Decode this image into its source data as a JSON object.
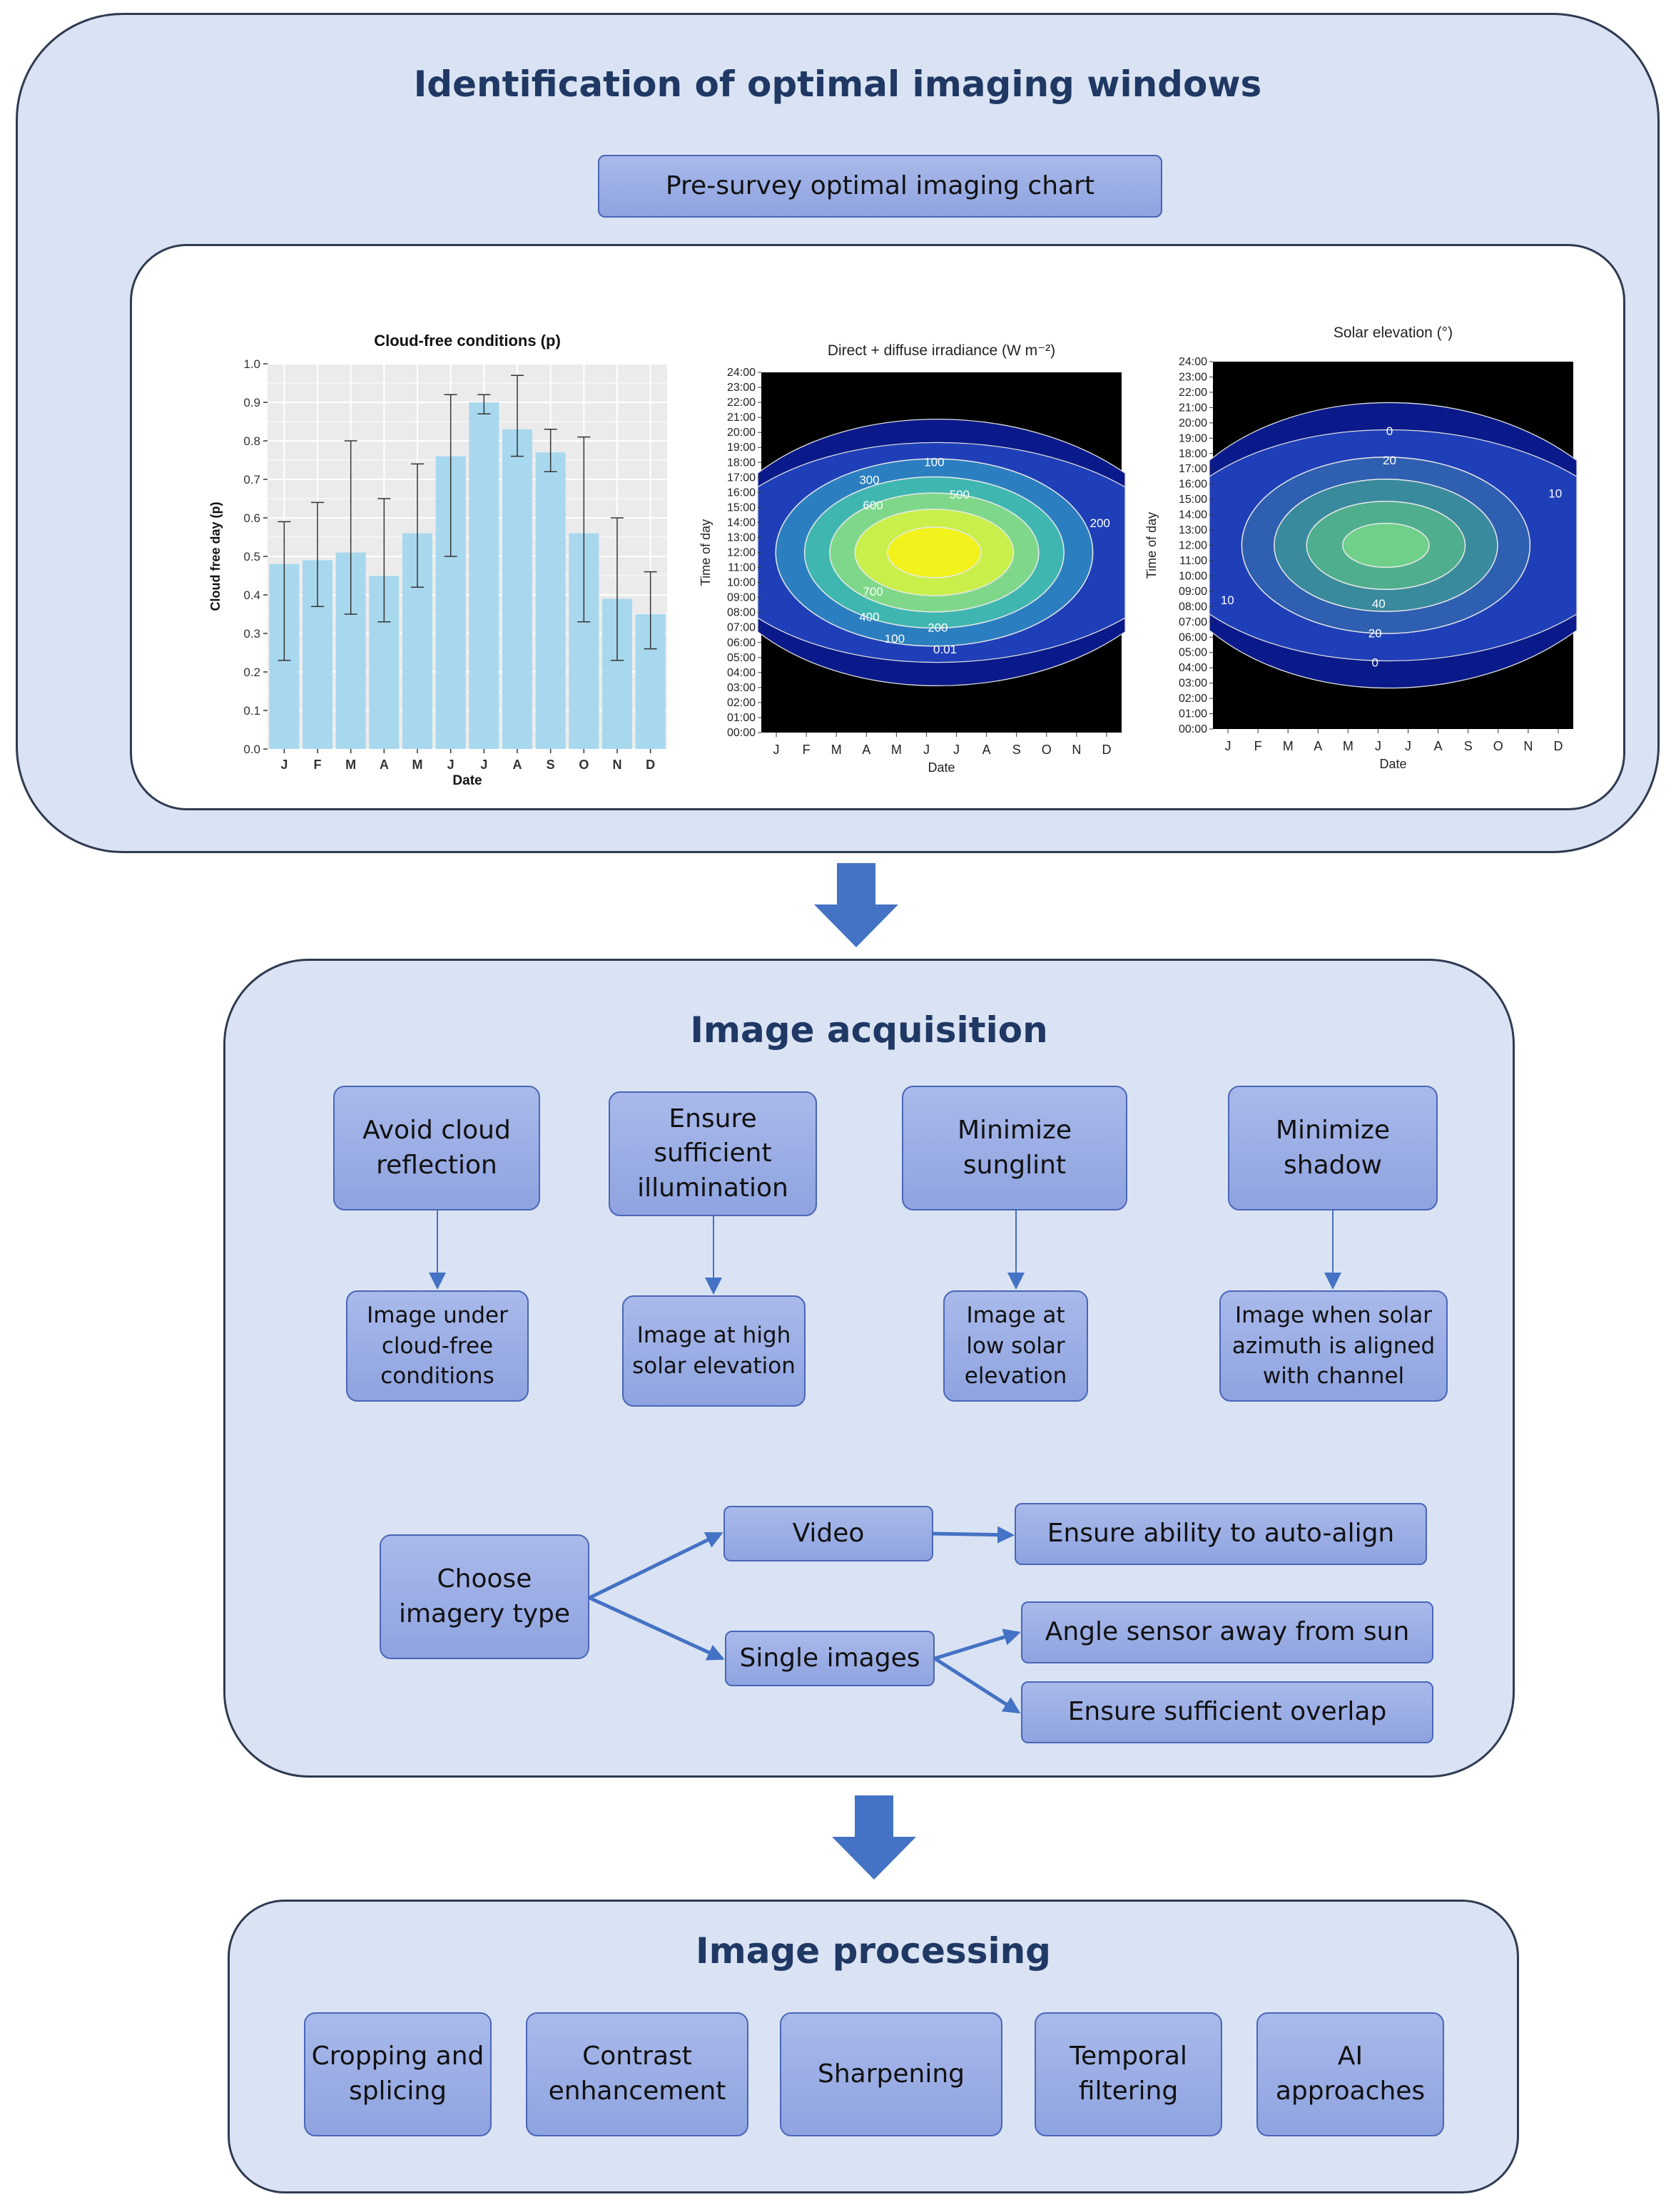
{
  "sections": {
    "windows": {
      "title": "Identification of optimal imaging windows",
      "button": "Pre-survey optimal imaging chart"
    },
    "acquisition": {
      "title": "Image acquisition",
      "goals": [
        "Avoid cloud reflection",
        "Ensure sufficient illumination",
        "Minimize sunglint",
        "Minimize shadow"
      ],
      "actions": [
        "Image under cloud-free conditions",
        "Image at high solar elevation",
        "Image at low solar elevation",
        "Image when solar azimuth is aligned with channel"
      ],
      "choose": "Choose imagery type",
      "video": "Video",
      "single": "Single images",
      "auto_align": "Ensure ability to auto-align",
      "angle": "Angle sensor away from sun",
      "overlap": "Ensure sufficient overlap"
    },
    "processing": {
      "title": "Image processing",
      "steps": [
        "Cropping and splicing",
        "Contrast enhancement",
        "Sharpening",
        "Temporal filtering",
        "AI approaches"
      ]
    }
  },
  "chart_data": [
    {
      "type": "bar",
      "title": "Cloud-free conditions (p)",
      "xlabel": "Date",
      "ylabel": "Cloud free day (p)",
      "categories": [
        "J",
        "F",
        "M",
        "A",
        "M",
        "J",
        "J",
        "A",
        "S",
        "O",
        "N",
        "D"
      ],
      "values": [
        0.48,
        0.49,
        0.51,
        0.45,
        0.56,
        0.76,
        0.9,
        0.83,
        0.77,
        0.56,
        0.39,
        0.35
      ],
      "error_low": [
        0.23,
        0.37,
        0.35,
        0.33,
        0.42,
        0.5,
        0.87,
        0.76,
        0.72,
        0.33,
        0.23,
        0.26
      ],
      "error_high": [
        0.59,
        0.64,
        0.8,
        0.65,
        0.74,
        0.92,
        0.92,
        0.97,
        0.83,
        0.81,
        0.6,
        0.46
      ],
      "ylim": [
        0,
        1.0
      ],
      "yticks": [
        "0.0",
        "0.1",
        "0.2",
        "0.3",
        "0.4",
        "0.5",
        "0.6",
        "0.7",
        "0.8",
        "0.9",
        "1.0"
      ],
      "grid": true
    },
    {
      "type": "heatmap",
      "title": "Direct + diffuse irradiance (W m⁻²)",
      "xlabel": "Date",
      "ylabel": "Time of day",
      "x_ticks": [
        "J",
        "F",
        "M",
        "A",
        "M",
        "J",
        "J",
        "A",
        "S",
        "O",
        "N",
        "D"
      ],
      "y_ticks": [
        "00:00",
        "01:00",
        "02:00",
        "03:00",
        "04:00",
        "05:00",
        "06:00",
        "07:00",
        "08:00",
        "09:00",
        "10:00",
        "11:00",
        "12:00",
        "13:00",
        "14:00",
        "15:00",
        "16:00",
        "17:00",
        "18:00",
        "19:00",
        "20:00",
        "21:00",
        "22:00",
        "23:00",
        "24:00"
      ],
      "contour_labels": [
        "100",
        "300",
        "500",
        "600",
        "200",
        "700",
        "400",
        "200",
        "100",
        "0.01"
      ],
      "colors": [
        "#000000",
        "#0a1a8a",
        "#1f3fb8",
        "#2b7fc0",
        "#3fb7b0",
        "#7fd88a",
        "#c9ef4a",
        "#f2f21c"
      ]
    },
    {
      "type": "heatmap",
      "title": "Solar elevation (°)",
      "xlabel": "Date",
      "ylabel": "Time of day",
      "x_ticks": [
        "J",
        "F",
        "M",
        "A",
        "M",
        "J",
        "J",
        "A",
        "S",
        "O",
        "N",
        "D"
      ],
      "y_ticks": [
        "00:00",
        "01:00",
        "02:00",
        "03:00",
        "04:00",
        "05:00",
        "06:00",
        "07:00",
        "08:00",
        "09:00",
        "10:00",
        "11:00",
        "12:00",
        "13:00",
        "14:00",
        "15:00",
        "16:00",
        "17:00",
        "18:00",
        "19:00",
        "20:00",
        "21:00",
        "22:00",
        "23:00",
        "24:00"
      ],
      "contour_labels": [
        "0",
        "20",
        "10",
        "10",
        "40",
        "20",
        "0"
      ],
      "colors": [
        "#000000",
        "#0a1a8a",
        "#1f3fb8",
        "#2f5fb0",
        "#3a8a9e",
        "#4fae8e",
        "#6fd08a"
      ]
    }
  ]
}
